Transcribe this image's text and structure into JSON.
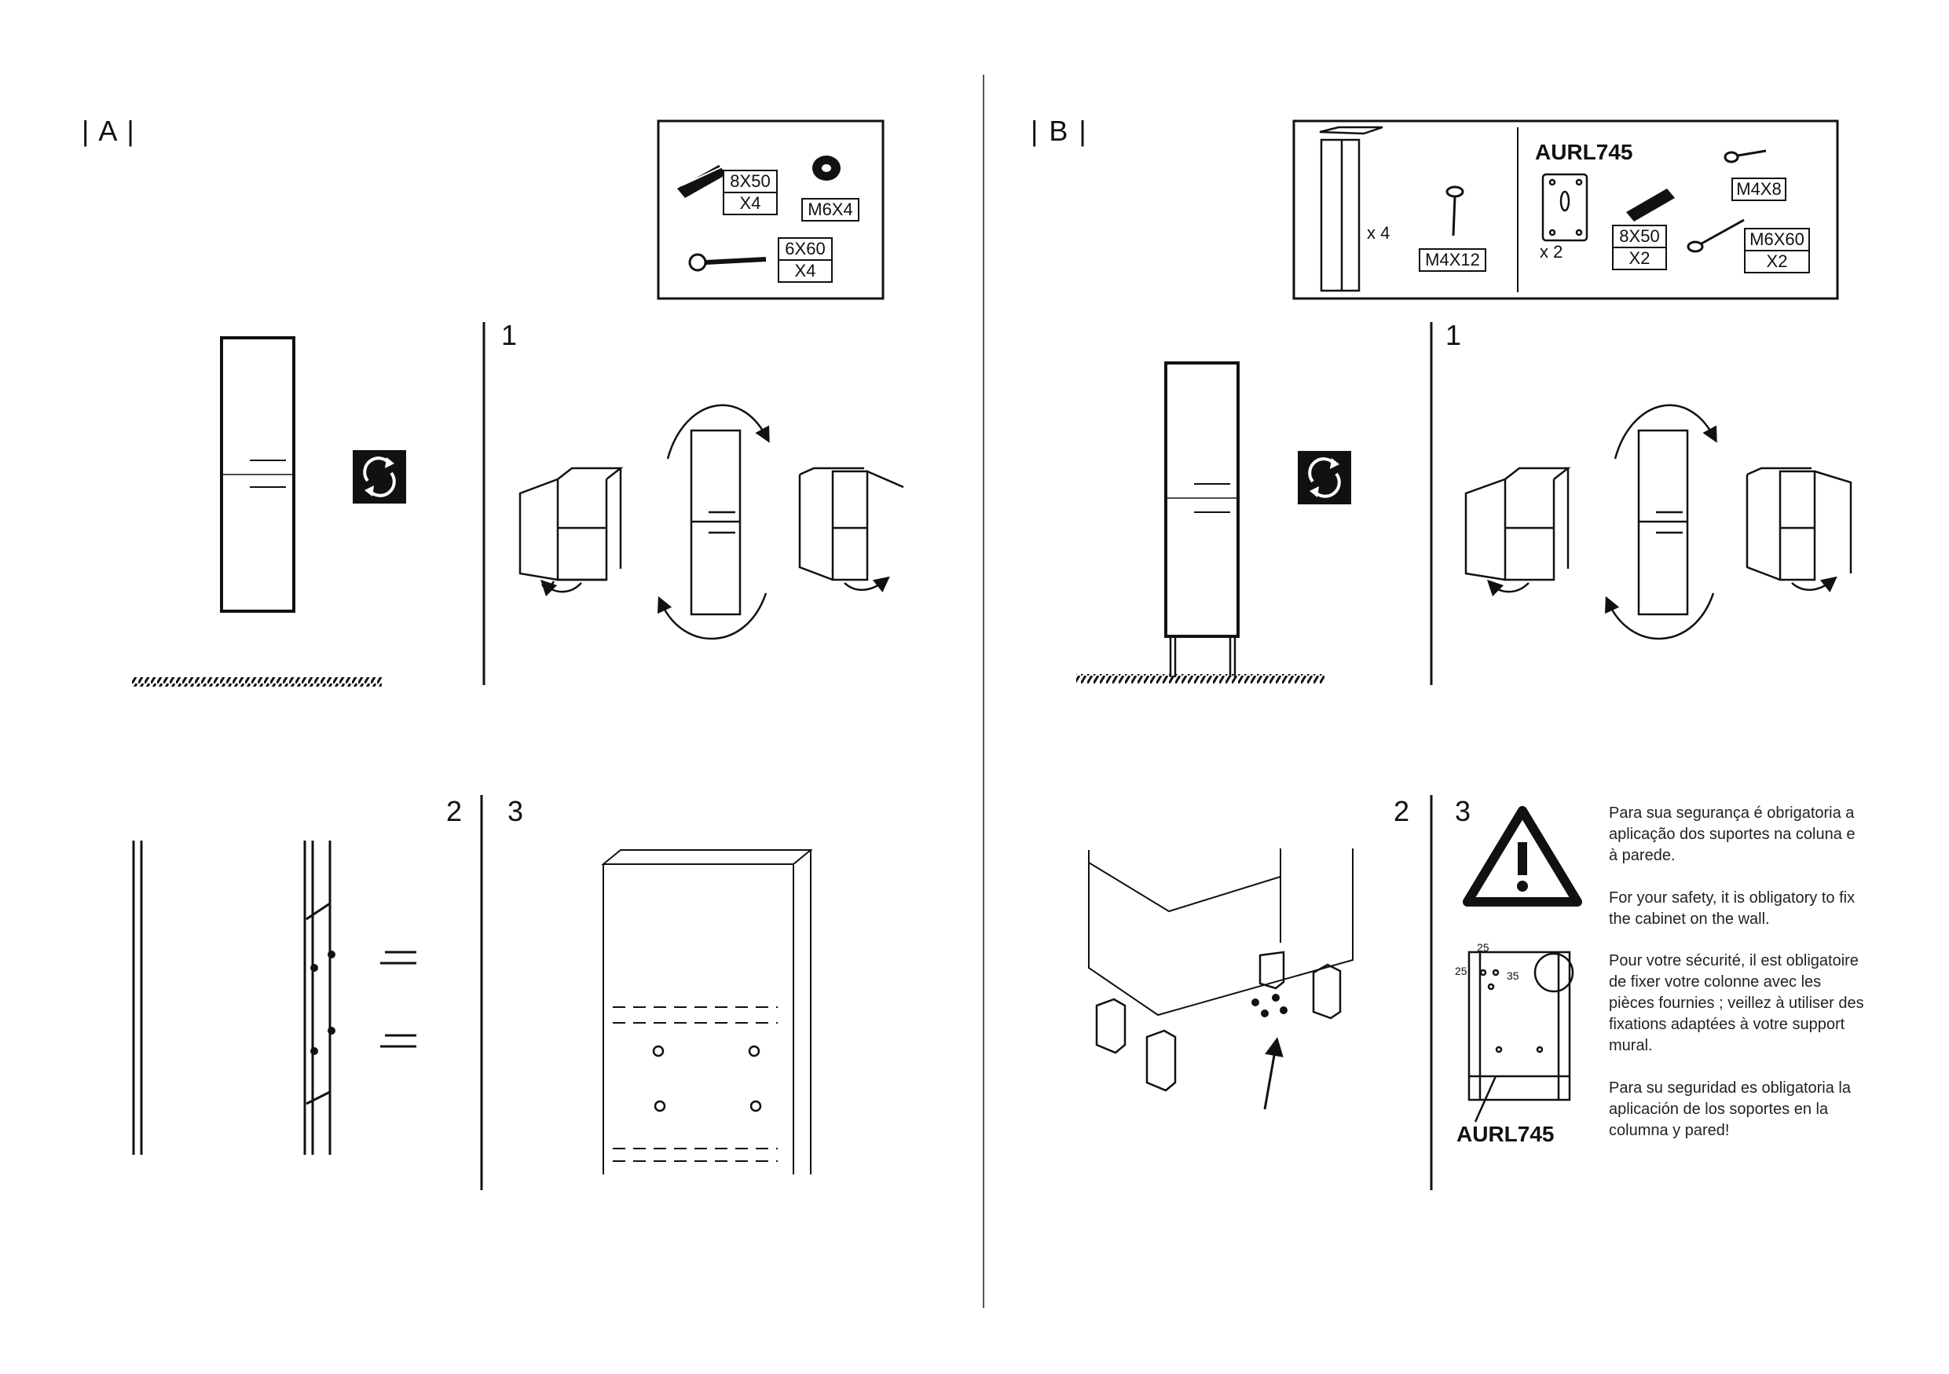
{
  "sections": {
    "a": {
      "label": "| A |",
      "steps": [
        "1",
        "2",
        "3"
      ],
      "hardware": [
        {
          "size": "8X50",
          "qty": "X4"
        },
        {
          "size": "M6X4",
          "qty": ""
        },
        {
          "size": "6X60",
          "qty": "X4"
        }
      ]
    },
    "b": {
      "label": "| B |",
      "steps": [
        "1",
        "2",
        "3"
      ],
      "hardware": {
        "legs_qty": "x 4",
        "screw_m4x12": "M4X12",
        "sku": "AURL745",
        "bracket_qty": "x 2",
        "plug": {
          "size": "8X50",
          "qty": "X2"
        },
        "screw_m4x8": "M4X8",
        "screw_m6x60": {
          "size": "M6X60",
          "qty": "X2"
        }
      },
      "bracket_diagram": {
        "dim_top": "25",
        "dim_left": "25",
        "dim_right": "35",
        "sku": "AURL745"
      },
      "safety_text": [
        "Para sua segurança é obrigatoria a aplicação dos suportes na coluna e à parede.",
        "For your safety, it is obligatory to fix the cabinet on the wall.",
        "Pour votre sécurité, il est obligatoire de fixer votre colonne avec les pièces fournies ; veillez à utiliser des fixations adaptées à votre support mural.",
        "Para su seguridad es obligatoria la aplicación de los soportes en la columna y pared!"
      ]
    }
  }
}
